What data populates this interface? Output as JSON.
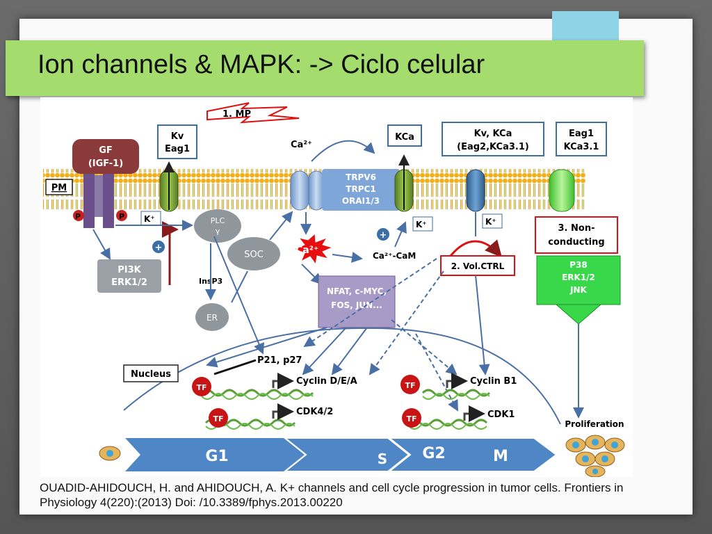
{
  "slide": {
    "title": "Ion channels & MAPK: -> Ciclo celular",
    "citation": "OUADID-AHIDOUCH, H.  and AHIDOUCH, A. K+ channels and cell cycle progression in tumor cells. Frontiers in Physiology 4(220):(2013) Doi: /10.3389/fphys.2013.00220"
  },
  "diagram": {
    "mp_label": "1. MP",
    "ca_top": "Ca²⁺",
    "pm": "PM",
    "gf_line1": "GF",
    "gf_line2": "(IGF-1)",
    "p_left": "P",
    "p_right": "P",
    "kv_eag1_line1": "Kv",
    "kv_eag1_line2": "Eag1",
    "kca": "KCa",
    "kv_kca_line1": "Kv, KCa",
    "kv_kca_line2": "(Eag2,KCa3.1)",
    "eag1_kca_line1": "Eag1",
    "eag1_kca_line2": "KCa3.1",
    "trp_line1": "TRPV6",
    "trp_line2": "TRPC1",
    "trp_line3": "ORAI1/3",
    "k_plus": "K⁺",
    "plc_line1": "PLC",
    "plc_line2": "γ",
    "soc": "SOC",
    "ca_burst": "Ca²⁺",
    "ca_cam": "Ca²⁺-CaM",
    "plus": "+",
    "pi3k_line1": "PI3K",
    "pi3k_line2": "ERK1/2",
    "insp3": "InsP3",
    "er": "ER",
    "nfat_line1": "NFAT, c-MYC,",
    "nfat_line2": "FOS, JUN...",
    "vol_ctrl": "2. Vol.CTRL",
    "non_cond_line1": "3. Non-",
    "non_cond_line2": "conducting",
    "mapk_line1": "P38",
    "mapk_line2": "ERK1/2",
    "mapk_line3": "JNK",
    "nucleus": "Nucleus",
    "p21": "P21, p27",
    "cyclin_dea": "Cyclin D/E/A",
    "cdk42": "CDK4/2",
    "cyclin_b1": "Cyclin B1",
    "cdk1": "CDK1",
    "tf": "TF",
    "proliferation": "Proliferation",
    "phase_g1": "G1",
    "phase_s": "S",
    "phase_g2": "G2",
    "phase_m": "M"
  }
}
